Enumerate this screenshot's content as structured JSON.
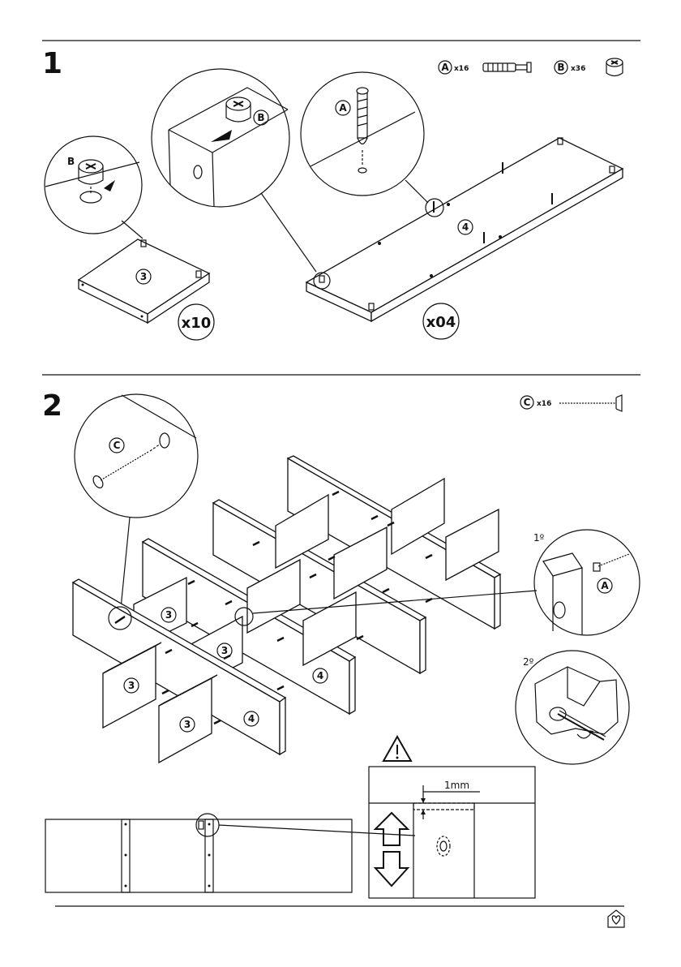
{
  "step1": {
    "number": "1",
    "parts": [
      {
        "letter": "A",
        "qty": "x16",
        "icon": "dowel-bolt-icon"
      },
      {
        "letter": "B",
        "qty": "x36",
        "icon": "cam-lock-icon"
      }
    ],
    "detail_left_label": "B",
    "detail_mid_label": "B",
    "detail_right_label": "A",
    "panel_small_label": "3",
    "panel_small_qty": "x10",
    "panel_long_label": "4",
    "panel_long_qty": "x04"
  },
  "step2": {
    "number": "2",
    "parts": [
      {
        "letter": "C",
        "qty": "x16",
        "icon": "screw-icon"
      }
    ],
    "detail_screw_label": "C",
    "order_first": "1º",
    "order_second": "2º",
    "detail_bolt_label": "A",
    "panel_labels": [
      "3",
      "3",
      "3",
      "3",
      "4",
      "4"
    ],
    "warning_icon": "warning-triangle-icon",
    "gap_label": "1mm",
    "arrow_up_icon": "arrow-up-icon",
    "arrow_down_icon": "arrow-down-icon"
  },
  "footer": {
    "logo_icon": "brand-logo-icon"
  }
}
